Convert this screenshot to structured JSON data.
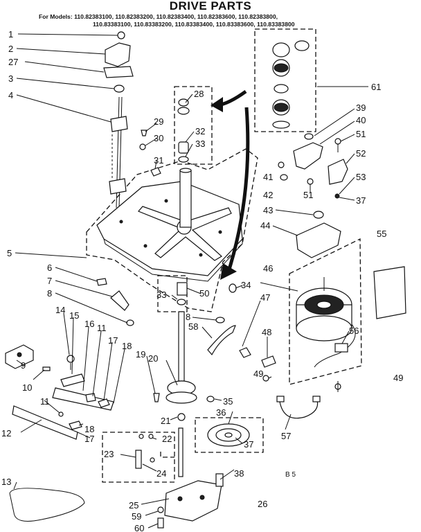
{
  "title": "DRIVE PARTS",
  "models_line1": "For Models: 110.82383100, 110.82383200, 110.82383400, 110.82383600, 110.82383800,",
  "models_line2": "110.83383100, 110.83383200, 110.83383400, 110.83383600, 110.83383800",
  "footer_code": "B 5",
  "callouts": {
    "c1": "1",
    "c2": "2",
    "c27": "27",
    "c3": "3",
    "c4": "4",
    "c28": "28",
    "c29": "29",
    "c30": "30",
    "c32": "32",
    "c33a": "33",
    "c31": "31",
    "c61": "61",
    "c39": "39",
    "c40": "40",
    "c51a": "51",
    "c52": "52",
    "c41": "41",
    "c42": "42",
    "c51b": "51",
    "c53": "53",
    "c37a": "37",
    "c43": "43",
    "c44": "44",
    "c55": "55",
    "c5": "5",
    "c6": "6",
    "c7": "7",
    "c8a": "8",
    "c33b": "33",
    "c50": "50",
    "c34": "34",
    "c46": "46",
    "c47": "47",
    "c8b": "8",
    "c58": "58",
    "c14": "14",
    "c15": "15",
    "c16": "16",
    "c11a": "11",
    "c17a": "17",
    "c18a": "18",
    "c48": "48",
    "c56": "56",
    "c9": "9",
    "c10": "10",
    "c19": "19",
    "c20": "20",
    "c49a": "49",
    "c49b": "49",
    "c35": "35",
    "c11b": "11",
    "c18b": "18",
    "c12": "12",
    "c17b": "17",
    "c21": "21",
    "c36": "36",
    "c22": "22",
    "c37b": "37",
    "c57": "57",
    "c23": "23",
    "c24": "24",
    "c38": "38",
    "c13": "13",
    "c25": "25",
    "c26": "26",
    "c59": "59",
    "c60": "60"
  }
}
